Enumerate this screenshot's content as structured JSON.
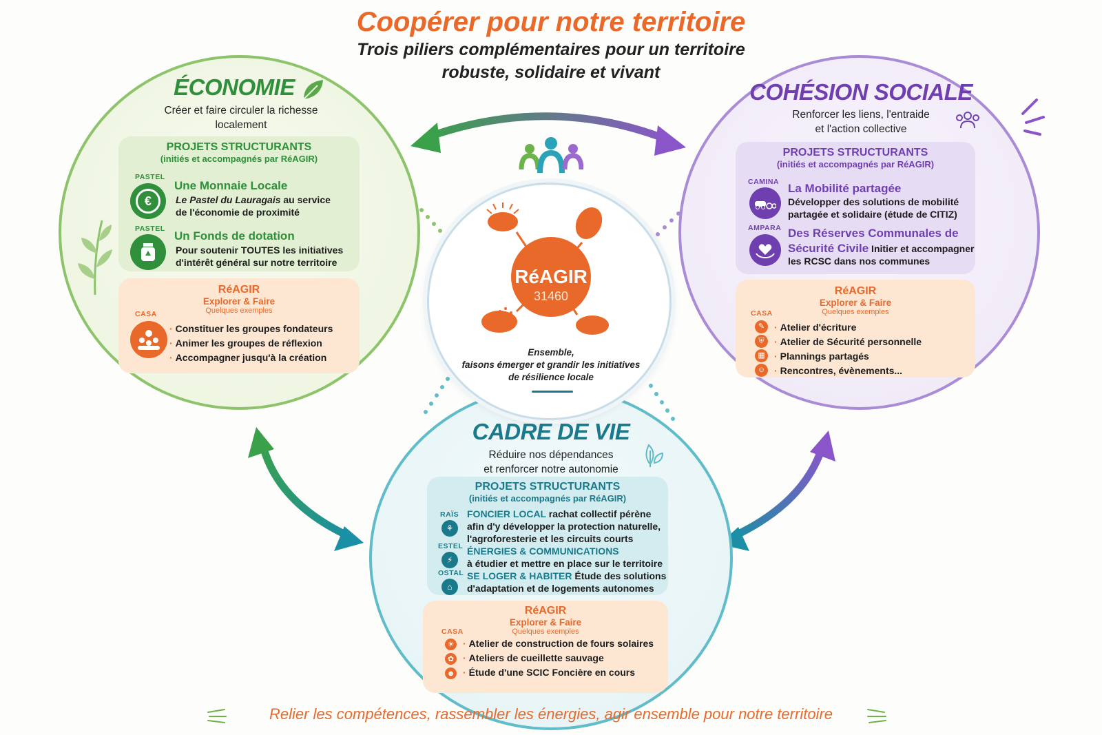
{
  "header": {
    "title": "Coopérer pour notre territoire",
    "subtitle_line1": "Trois piliers complémentaires pour un territoire",
    "subtitle_line2": "robuste, solidaire et vivant"
  },
  "footer": "Relier les compétences, rassembler les énergies, agir ensemble pour notre territoire",
  "center": {
    "logo_name": "RéAGIR",
    "logo_code": "31460",
    "tagline1": "Ensemble,",
    "tagline2": "faisons émerger et grandir les initiatives",
    "tagline3": "de résilience locale"
  },
  "economie": {
    "title": "ÉCONOMIE",
    "sub1": "Créer et faire circuler la richesse",
    "sub2": "localement",
    "projects_title": "PROJETS STRUCTURANTS",
    "projects_sub": "(initiés et accompagnés par RéAGIR)",
    "item1_tag": "PASTEL",
    "item1_title": "Une Monnaie Locale",
    "item1_text_em": "Le Pastel du Lauragais",
    "item1_text_rest": " au service",
    "item1_text2": "de l'économie de proximité",
    "item2_tag": "PASTEL",
    "item2_title": "Un Fonds de dotation",
    "item2_text1": "Pour soutenir TOUTES les initiatives",
    "item2_text2": "d'intérêt général sur notre territoire",
    "reagir_title": "RéAGIR",
    "reagir_sub": "Explorer & Faire",
    "reagir_tiny": "Quelques exemples",
    "reagir_tag": "CASA",
    "bullets": [
      "Constituer les groupes fondateurs",
      "Animer les groupes de réflexion",
      "Accompagner jusqu'à la création"
    ]
  },
  "cohesion": {
    "title": "COHÉSION SOCIALE",
    "sub1": "Renforcer les liens, l'entraide",
    "sub2": "et l'action collective",
    "projects_title": "PROJETS STRUCTURANTS",
    "projects_sub": "(initiés et accompagnés par RéAGIR)",
    "item1_tag": "CAMINA",
    "item1_title": "La Mobilité partagée",
    "item1_text1": "Développer des solutions de mobilité",
    "item1_text2": "partagée et solidaire (étude de CITIZ)",
    "item2_tag": "AMPARA",
    "item2_title1": "Des Réserves Communales de",
    "item2_title2": "Sécurité Civile",
    "item2_text_inline": " Initier et accompagner",
    "item2_text2": "les RCSC dans nos communes",
    "reagir_title": "RéAGIR",
    "reagir_sub": "Explorer & Faire",
    "reagir_tiny": "Quelques exemples",
    "reagir_tag": "CASA",
    "bullets": [
      "Atelier d'écriture",
      "Atelier de Sécurité personnelle",
      "Plannings partagés",
      "Rencontres, évènements..."
    ]
  },
  "cadre": {
    "title": "CADRE DE VIE",
    "sub1": "Réduire nos dépendances",
    "sub2": "et renforcer notre autonomie",
    "projects_title": "PROJETS STRUCTURANTS",
    "projects_sub": "(initiés et accompagnés par RéAGIR)",
    "item1_tag": "RAÏS",
    "item1_title": "FONCIER LOCAL",
    "item1_text_inline": " rachat collectif pérène",
    "item1_text2": "afin d'y développer la protection naturelle,",
    "item1_text3": "l'agroforesterie et les circuits courts",
    "item2_tag": "ESTEL",
    "item2_title": "ÉNERGIES & COMMUNICATIONS",
    "item2_text": "à étudier et mettre en place sur le territoire",
    "item3_tag": "OSTAL",
    "item3_title": "SE LOGER & HABITER",
    "item3_text_inline": " Étude des solutions",
    "item3_text2": "d'adaptation et de logements autonomes",
    "reagir_title": "RéAGIR",
    "reagir_sub": "Explorer & Faire",
    "reagir_tiny": "Quelques exemples",
    "reagir_tag": "CASA",
    "bullets": [
      "Atelier de construction de fours solaires",
      "Ateliers de cueillette sauvage",
      "Étude d'une SCIC Foncière en cours"
    ]
  },
  "colors": {
    "orange": "#e8692a",
    "green": "#2f8f3a",
    "purple": "#6f3fb0",
    "teal": "#1a7a8c"
  }
}
